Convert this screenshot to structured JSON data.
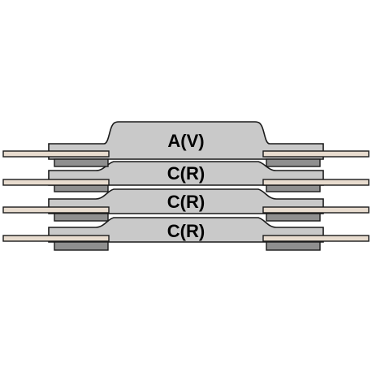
{
  "diagram": {
    "layers": [
      {
        "label": "A(V)"
      },
      {
        "label": "C(R)"
      },
      {
        "label": "C(R)"
      },
      {
        "label": "C(R)"
      }
    ],
    "colors": {
      "layer_fill": "#c9c9c9",
      "pad_fill": "#8f8f8f",
      "wire_fill": "#e8dccf",
      "outline": "#1a1a1a"
    }
  }
}
